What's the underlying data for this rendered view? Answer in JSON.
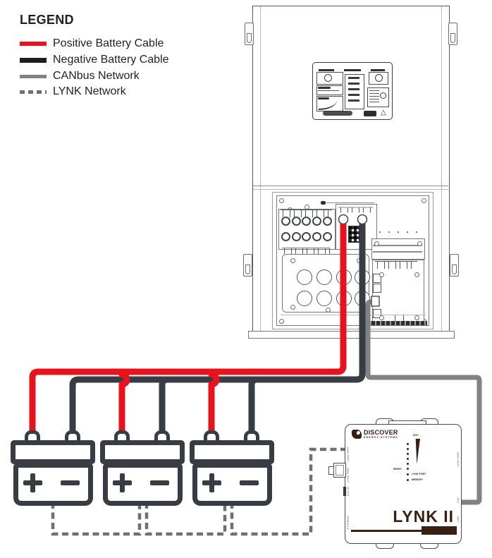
{
  "legend": {
    "title": "LEGEND",
    "items": [
      {
        "label": "Positive Battery Cable",
        "style": "solid-red"
      },
      {
        "label": "Negative Battery Cable",
        "style": "solid-black"
      },
      {
        "label": "CANbus Network",
        "style": "solid-gray"
      },
      {
        "label": "LYNK Network",
        "style": "dashed-gray"
      }
    ]
  },
  "inverter": {
    "name": "inverter-charger",
    "sections": [
      "front-cover-with-spec-label",
      "open-wiring-compartment"
    ]
  },
  "batteries": [
    {
      "positive": "+",
      "negative": "−"
    },
    {
      "positive": "+",
      "negative": "−"
    },
    {
      "positive": "+",
      "negative": "−"
    }
  ],
  "lynk_gateway": {
    "brand": "DISCOVER",
    "brand_tagline": "ENERGY SYSTEMS",
    "model": "LYNK II",
    "indicators": {
      "soc": "SOC",
      "reset": "RESET",
      "lynk_port": "LYNK PORT",
      "memory": "MEMORY"
    },
    "ports_left": [
      "LYNK PORT",
      "LYNK PORT",
      "AUX IN",
      "ETHERNET"
    ],
    "ports_right": [
      "LYNK PORT",
      "CAN",
      "USB"
    ]
  },
  "colors": {
    "positive_cable": "#e8121c",
    "negative_cable": "#383d44",
    "canbus_network": "#808285",
    "lynk_network": "#6f7073",
    "brand_maroon": "#3a2013"
  }
}
